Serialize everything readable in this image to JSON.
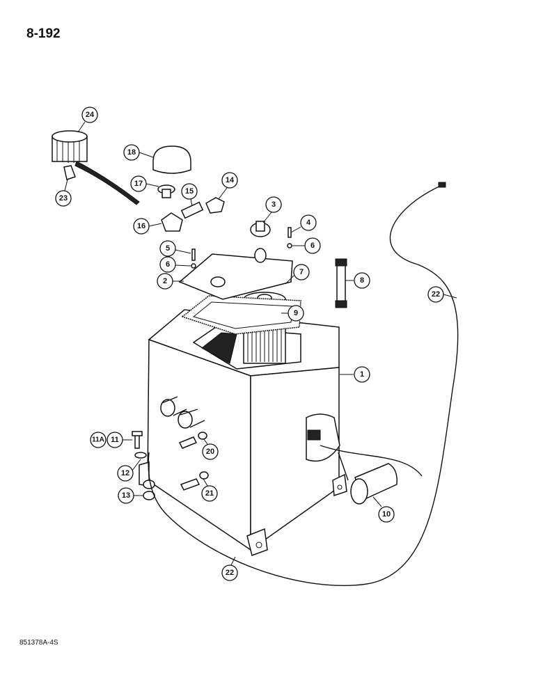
{
  "page_number": "8-192",
  "figure_code": "851378A-4S",
  "callouts": {
    "c1": "1",
    "c2": "2",
    "c3": "3",
    "c4": "4",
    "c5": "5",
    "c6a": "6",
    "c6b": "6",
    "c7": "7",
    "c8": "8",
    "c9": "9",
    "c10": "10",
    "c11": "11",
    "c11a": "11A",
    "c12": "12",
    "c13": "13",
    "c14": "14",
    "c15": "15",
    "c16": "16",
    "c17": "17",
    "c18": "18",
    "c20": "20",
    "c21": "21",
    "c22a": "22",
    "c22b": "22",
    "c23": "23",
    "c24": "24"
  }
}
